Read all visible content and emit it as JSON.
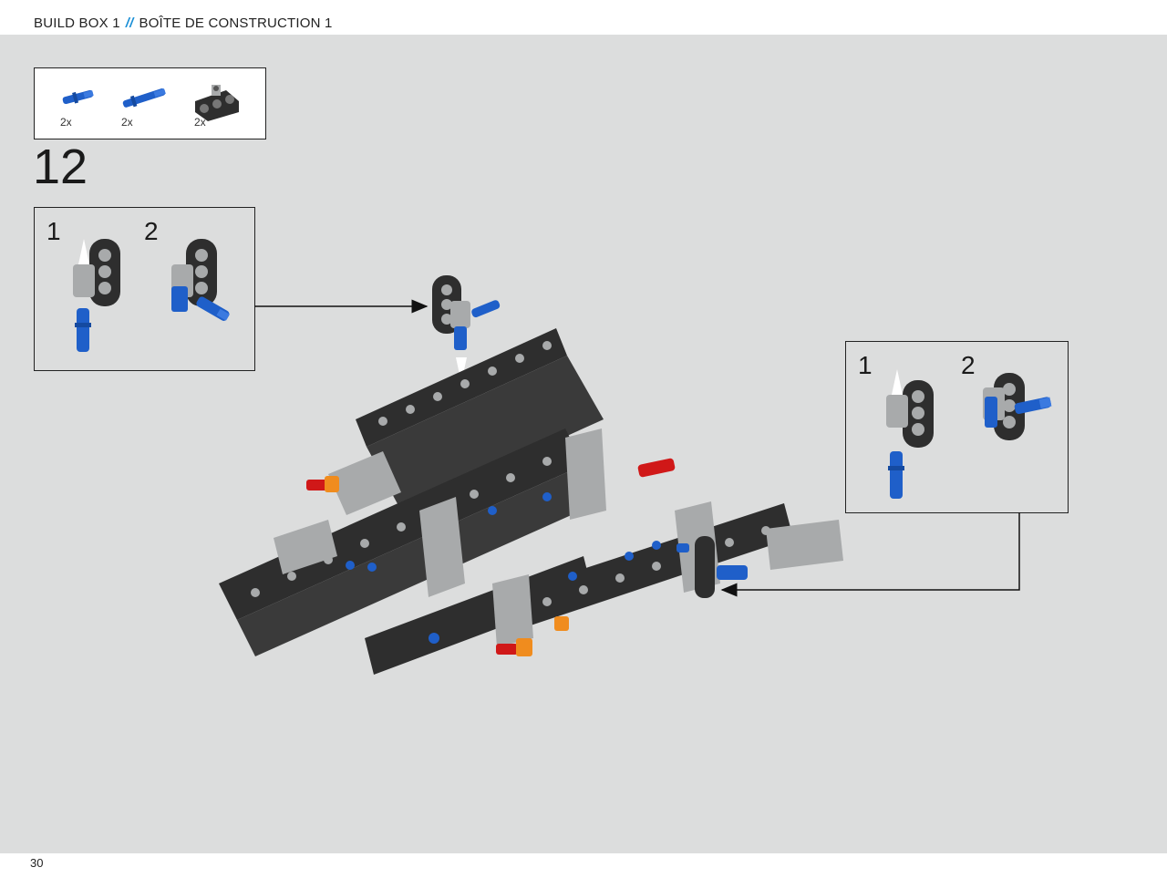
{
  "header": {
    "title_en": "BUILD BOX 1",
    "separator": "//",
    "title_fr": "BOÎTE DE CONSTRUCTION 1"
  },
  "parts_list": [
    {
      "part": "blue-axle-pin",
      "quantity": "2x"
    },
    {
      "part": "blue-long-pin",
      "quantity": "2x"
    },
    {
      "part": "black-liftarm-connector",
      "quantity": "2x"
    }
  ],
  "step": {
    "number": "12"
  },
  "callout_left": {
    "substeps": [
      "1",
      "2"
    ]
  },
  "callout_right": {
    "substeps": [
      "1",
      "2"
    ]
  },
  "footer": {
    "page_number": "30"
  },
  "colors": {
    "background": "#dcdddd",
    "accent_blue": "#1a8fd6",
    "part_black": "#2e2e2e",
    "part_gray": "#a8aaab",
    "part_blue": "#1f5fc9",
    "part_red": "#d01818",
    "part_orange": "#f08c1e"
  }
}
